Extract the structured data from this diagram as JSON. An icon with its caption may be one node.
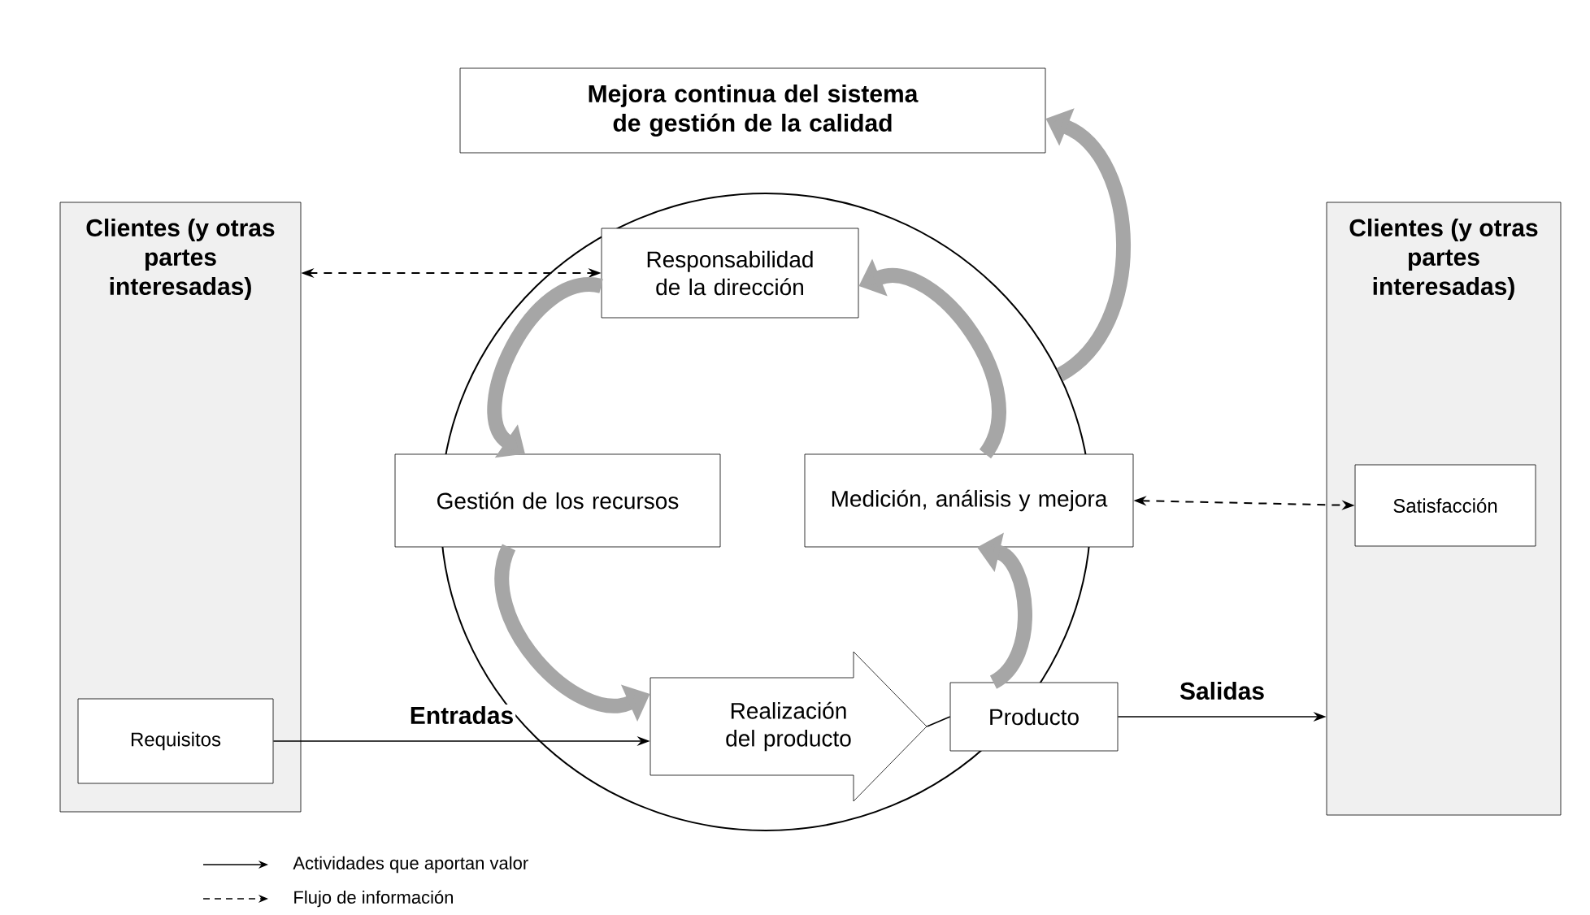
{
  "diagram": {
    "nodes": [
      {
        "text": [
          "Mejora continua del sistema de gestión de la calidad"
        ]
      },
      {
        "text": [
          "Clientes (y otras partes interesadas)"
        ]
      },
      {
        "text": [
          "Requisitos"
        ],
        "in": 1
      },
      {
        "text": [],
        "shape": "circle"
      },
      {
        "text": [
          "Responsabilidad de la dirección"
        ],
        "in": 3
      },
      {
        "text": [
          "Gestión de los recursos"
        ]
      },
      {
        "text": [
          "Medición, análisis y mejora"
        ]
      },
      {
        "text": [
          "Realización del producto"
        ],
        "in": 3
      },
      {
        "text": [
          "Producto"
        ]
      },
      {
        "text": [
          "Clientes (y otras partes interesadas)"
        ]
      },
      {
        "text": [
          "Satisfacción"
        ],
        "in": 9
      }
    ],
    "edges": [
      {
        "from": 1,
        "to": 4,
        "arrow": "both",
        "style": "dashed"
      },
      {
        "from": 6,
        "to": 10,
        "arrow": "both",
        "style": "dashed"
      },
      {
        "from": 2,
        "to": 7,
        "arrow": "to",
        "label": "Entradas"
      },
      {
        "from": 7,
        "to": 8,
        "arrow": "none"
      },
      {
        "from": 8,
        "to": 9,
        "arrow": "to",
        "label": "Salidas"
      },
      {
        "from": 4,
        "to": 5,
        "arrow": "to",
        "style": "thick",
        "color": "#a6a6a6"
      },
      {
        "from": 5,
        "to": 7,
        "arrow": "to",
        "style": "thick",
        "color": "#a6a6a6"
      },
      {
        "from": 8,
        "to": 6,
        "arrow": "to",
        "style": "thick",
        "color": "#a6a6a6"
      },
      {
        "from": 6,
        "to": 4,
        "arrow": "to",
        "style": "thick",
        "color": "#a6a6a6"
      },
      {
        "from": 3,
        "to": 0,
        "arrow": "to",
        "style": "thick",
        "color": "#a6a6a6"
      }
    ],
    "legend": [
      {
        "text": "Actividades que aportan valor"
      },
      {
        "text": "Flujo de información"
      }
    ]
  }
}
